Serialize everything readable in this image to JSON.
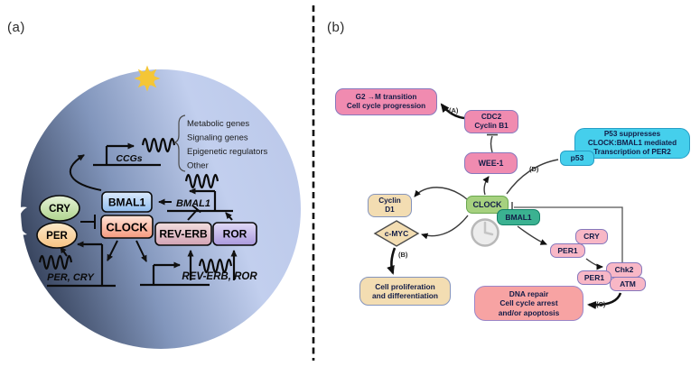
{
  "panel_a": {
    "label": "(a)",
    "ccgs_gene": "CCGs",
    "gene_list": {
      "l1": "Metabolic genes",
      "l2": "Signaling genes",
      "l3": "Epigenetic regulators",
      "l4": "Other"
    },
    "bmal1_gene": "BMAL1",
    "bmal1_protein": "BMAL1",
    "clock_protein": "CLOCK",
    "cry_protein": "CRY",
    "per_protein": "PER",
    "reverb_protein": "REV-ERB",
    "ror_protein": "ROR",
    "per_cry_gene": "PER, CRY",
    "reverb_ror_gene": "REV-ERB, ROR"
  },
  "panel_b": {
    "label": "(b)",
    "g2_box": {
      "l1": "G2 →M transition",
      "l2": "Cell cycle progression"
    },
    "cdc2_box": {
      "l1": "CDC2",
      "l2": "Cyclin B1"
    },
    "wee1": "WEE-1",
    "p53_note": {
      "l1": "P53 suppresses",
      "l2": "CLOCK:BMAL1 mediated",
      "l3": "Transcription of PER2"
    },
    "p53": "p53",
    "clock": "CLOCK",
    "bmal1": "BMAL1",
    "cyclin_d1": {
      "l1": "Cyclin",
      "l2": "D1"
    },
    "cmyc": "c-MYC",
    "proliferation_box": {
      "l1": "Cell proliferation",
      "l2": "and differentiation"
    },
    "dna_box": {
      "l1": "DNA repair",
      "l2": "Cell cycle arrest",
      "l3": "and/or apoptosis"
    },
    "cry": "CRY",
    "per1_top": "PER1",
    "per1_bottom": "PER1",
    "chk2": "Chk2",
    "atm": "ATM",
    "labels": {
      "a": "(A)",
      "b": "(B)",
      "c": "(C)",
      "d": "(D)"
    }
  },
  "colors": {
    "pink_fill": "#F08BB0",
    "pink_border": "#8678BC",
    "softpink_fill": "#F8B7C6",
    "salmon_fill": "#F7A3A3",
    "dna_border": "#9B86C8",
    "cyan_fill": "#45CFEC",
    "cyan_border": "#259EC6",
    "tan_fill": "#F3DDB2",
    "tan_border": "#8494BC",
    "green_fill": "#A6D17F",
    "green_border": "#69A74F",
    "teal_fill": "#3BB291",
    "teal_border": "#137F66",
    "navy_text": "#121C47",
    "cell_dark": "#333F58",
    "cell_light": "#C2CFEE",
    "sun_yellow": "#F4C636"
  }
}
